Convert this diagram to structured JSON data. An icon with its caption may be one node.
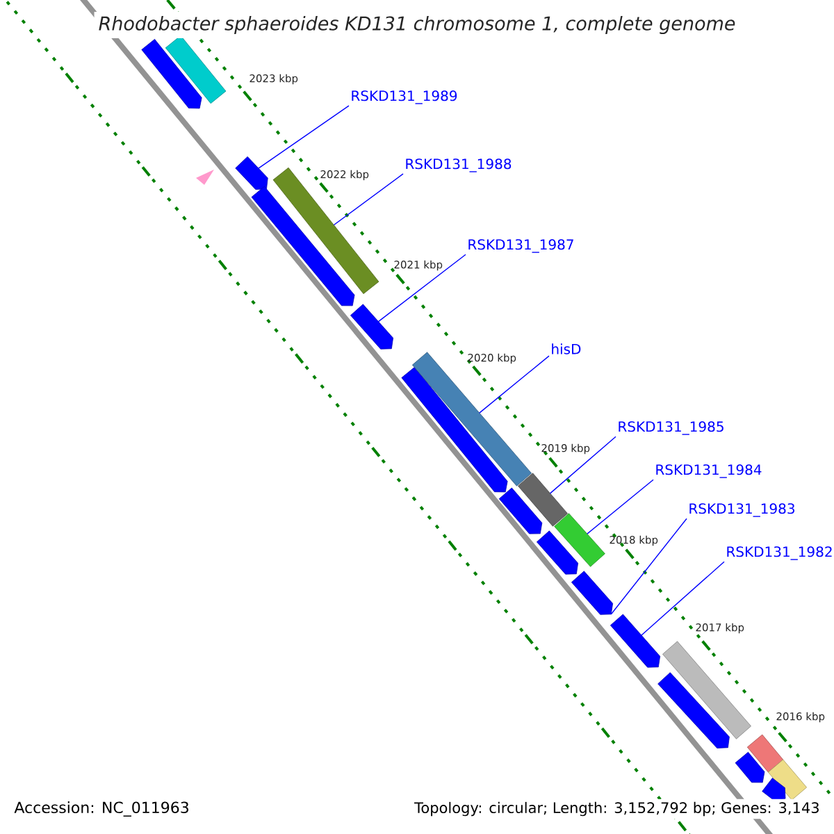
{
  "diagram": {
    "title": "Rhodobacter sphaeroides KD131 chromosome 1, complete genome",
    "nodes": [
      {
        "text": [
          "RSKD131_1989"
        ]
      },
      {
        "text": [
          "RSKD131_1988"
        ]
      },
      {
        "text": [
          "RSKD131_1987"
        ]
      },
      {
        "text": [
          "hisD"
        ]
      },
      {
        "text": [
          "RSKD131_1985"
        ]
      },
      {
        "text": [
          "RSKD131_1984"
        ]
      },
      {
        "text": [
          "RSKD131_1983"
        ]
      },
      {
        "text": [
          "RSKD131_1982"
        ]
      },
      {
        "text": [],
        "shape": "bar"
      },
      {
        "text": [],
        "shape": "arrow"
      },
      {
        "text": [],
        "shape": "arrow"
      },
      {
        "text": [],
        "shape": "arrow"
      },
      {
        "text": [],
        "shape": "bar"
      },
      {
        "text": [],
        "shape": "arrow"
      },
      {
        "text": [],
        "shape": "arrow"
      },
      {
        "text": [],
        "shape": "bar"
      },
      {
        "text": [],
        "shape": "arrow"
      },
      {
        "text": [],
        "shape": "bar"
      },
      {
        "text": [],
        "shape": "arrow"
      },
      {
        "text": [],
        "shape": "bar"
      },
      {
        "text": [],
        "shape": "arrow"
      },
      {
        "text": [],
        "shape": "arrow"
      },
      {
        "text": [],
        "shape": "bar"
      },
      {
        "text": [],
        "shape": "arrow"
      },
      {
        "text": [],
        "shape": "bar"
      },
      {
        "text": [],
        "shape": "arrow"
      },
      {
        "text": [],
        "shape": "bar"
      },
      {
        "text": [],
        "shape": "arrow"
      }
    ],
    "edges": [
      {
        "from": 0,
        "to": 10,
        "arrow": "none"
      },
      {
        "from": 1,
        "to": 12,
        "arrow": "none"
      },
      {
        "from": 2,
        "to": 13,
        "arrow": "none"
      },
      {
        "from": 3,
        "to": 15,
        "arrow": "none"
      },
      {
        "from": 4,
        "to": 17,
        "arrow": "none"
      },
      {
        "from": 5,
        "to": 19,
        "arrow": "none"
      },
      {
        "from": 6,
        "to": 20,
        "arrow": "none"
      },
      {
        "from": 7,
        "to": 21,
        "arrow": "none"
      }
    ],
    "labels": [
      "2023 kbp",
      "2022 kbp",
      "2021 kbp",
      "2020 kbp",
      "2019 kbp",
      "2018 kbp",
      "2017 kbp",
      "2016 kbp",
      "Accession: NC_011963",
      "Topology: circular; Length: 3,152,792 bp; Genes: 3,143"
    ]
  }
}
